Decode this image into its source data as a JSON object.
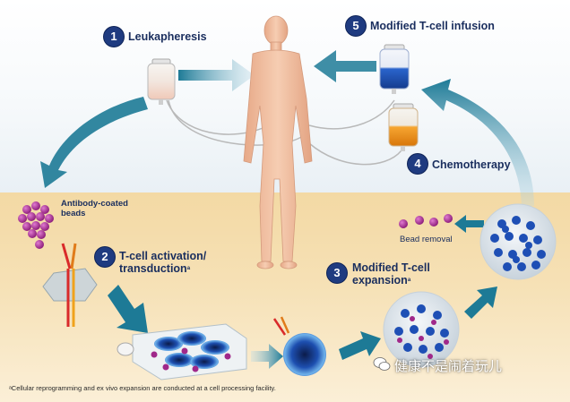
{
  "steps": [
    {
      "number": "1",
      "label": "Leukapheresis"
    },
    {
      "number": "2",
      "label_line1": "T-cell activation/",
      "label_line2": "transduction",
      "footnote_mark": "a"
    },
    {
      "number": "3",
      "label_line1": "Modified T-cell",
      "label_line2": "expansion",
      "footnote_mark": "a"
    },
    {
      "number": "4",
      "label": "Chemotherapy"
    },
    {
      "number": "5",
      "label": "Modified T-cell infusion"
    }
  ],
  "annotations": {
    "antibody_beads_line1": "Antibody-coated",
    "antibody_beads_line2": "beads",
    "bead_removal": "Bead removal"
  },
  "footnote": "ᵃCellular reprogramming and ex vivo expansion are conducted at a cell processing facility.",
  "watermark": "健康不是闹着玩儿",
  "colors": {
    "badge": "#1f3b80",
    "arrow": "#1d7a96",
    "bead": "#a0288a",
    "body_skin": "#f1bfa2",
    "bag_blue": "#1e4fb5",
    "bag_orange": "#f08a12"
  },
  "icons": [
    "blood-bag-icon",
    "beads-icon",
    "t-cell-receptor-icon",
    "culture-flask-icon",
    "cell-icon",
    "wechat-icon"
  ]
}
